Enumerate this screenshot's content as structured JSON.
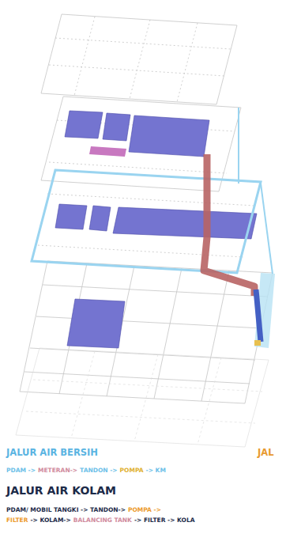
{
  "diagram": {
    "labels": [
      "JALUR AIR BERSIH",
      "JAL",
      "PDAM ->",
      "METERAN->",
      "TANDON ->",
      "POMPA",
      "-> KM",
      "JALUR AIR KOLAM",
      "PDAM/ MOBIL TANGKI -> TANDON->",
      "POMPA ->",
      "FILTER",
      "-> KOLAM->",
      "BALANCING TANK",
      "-> FILTER -> KOLA"
    ]
  }
}
